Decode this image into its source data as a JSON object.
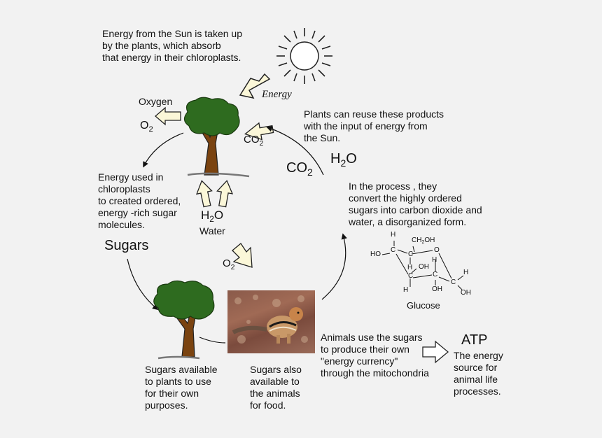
{
  "sun_text": "Energy from the Sun is taken up\nby the plants, which absorb\nthat energy in their chloroplasts.",
  "energy_label": "Energy",
  "oxygen_label": "Oxygen",
  "o2_top": {
    "main": "O",
    "sub": "2"
  },
  "co2_small": {
    "main": "CO",
    "sub": "2"
  },
  "reuse_text": "Plants can reuse these products\nwith the input of energy from\nthe Sun.",
  "co2_big": {
    "main": "CO",
    "sub": "2"
  },
  "h2o_big": {
    "main": "H",
    "sub": "2",
    "tail": "O"
  },
  "energy_used_text": "Energy used in\nchloroplasts\nto created ordered,\nenergy -rich sugar\nmolecules.",
  "h2o_water": {
    "main": "H",
    "sub": "2",
    "tail": "O"
  },
  "water_label": "Water",
  "process_text": "In the process , they\nconvert the highly ordered\nsugars into carbon dioxide and\nwater, a disorganized form.",
  "sugars_label": "Sugars",
  "o2_mid": {
    "main": "O",
    "sub": "2"
  },
  "glucose": {
    "h_top": "H",
    "ch2oh": "CH",
    "ch2oh_sub": "2",
    "ch2oh_tail": "OH",
    "ho_left": "HO",
    "c1": "C",
    "c2": "C",
    "o_ring": "O",
    "h_mid": "H",
    "oh_mid": "OH",
    "h_right_top": "H",
    "c3": "C",
    "c4": "C",
    "c5": "C",
    "h_bot": "H",
    "oh_bot": "OH",
    "h_right": "H",
    "oh_right": "OH",
    "label": "Glucose"
  },
  "animals_text": "Animals use the sugars\nto produce their own\n \"energy currency\"\nthrough the mitochondria",
  "atp_label": "ATP",
  "atp_text": "The energy\nsource for\nanimal life\nprocesses.",
  "plants_text": "Sugars available\nto plants to use\nfor their own\npurposes.",
  "animals_food_text": "Sugars also\navailable to\nthe animals\nfor food.",
  "colors": {
    "background": "#f2f2f2",
    "foliage": "#2e6b1f",
    "trunk": "#7a4310",
    "arrow_fill": "#fbf7d8",
    "photo": "#9a6b59"
  }
}
